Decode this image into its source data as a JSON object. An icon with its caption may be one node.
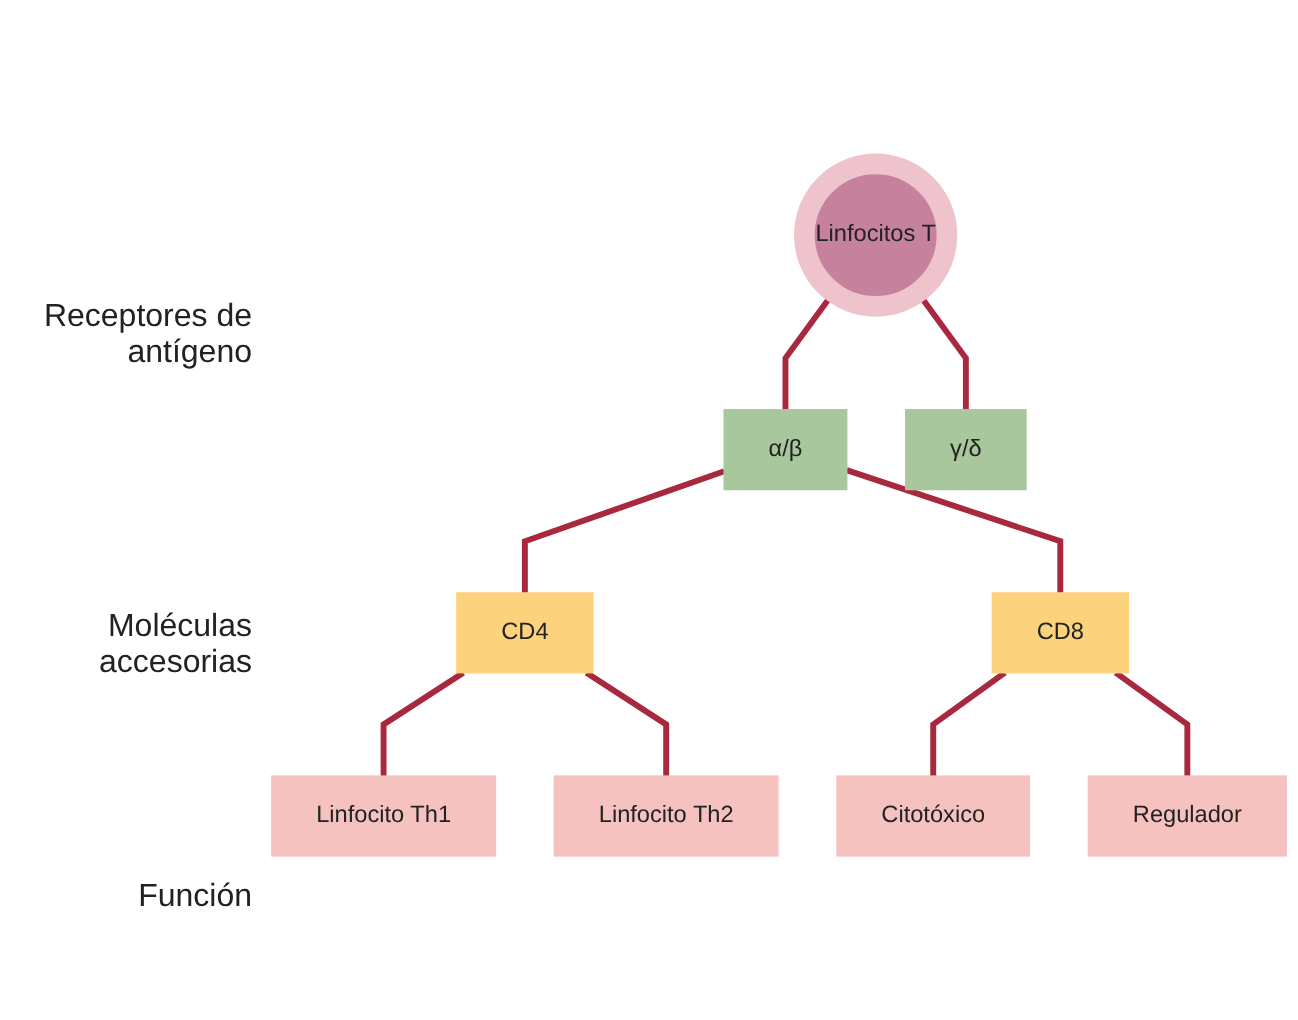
{
  "diagram": {
    "nodes": [
      {
        "text": [
          "Linfocitos T"
        ]
      },
      {
        "text": [
          "α/β"
        ]
      },
      {
        "text": [
          "γ/δ"
        ]
      },
      {
        "text": [
          "CD4"
        ]
      },
      {
        "text": [
          "CD8"
        ]
      },
      {
        "text": [
          "Linfocito Th1"
        ]
      },
      {
        "text": [
          "Linfocito Th2"
        ]
      },
      {
        "text": [
          "Citotóxico"
        ]
      },
      {
        "text": [
          "Regulador"
        ]
      }
    ],
    "edges": [
      {
        "from": 0,
        "to": 1,
        "arrow": "none"
      },
      {
        "from": 0,
        "to": 2,
        "arrow": "none"
      },
      {
        "from": 1,
        "to": 3,
        "arrow": "none"
      },
      {
        "from": 1,
        "to": 4,
        "arrow": "none"
      },
      {
        "from": 3,
        "to": 5,
        "arrow": "none"
      },
      {
        "from": 3,
        "to": 6,
        "arrow": "none"
      },
      {
        "from": 4,
        "to": 7,
        "arrow": "none"
      },
      {
        "from": 4,
        "to": 8,
        "arrow": "none"
      }
    ],
    "labels": [
      "Receptores de antígeno",
      "Moléculas accesorias",
      "Función"
    ]
  }
}
